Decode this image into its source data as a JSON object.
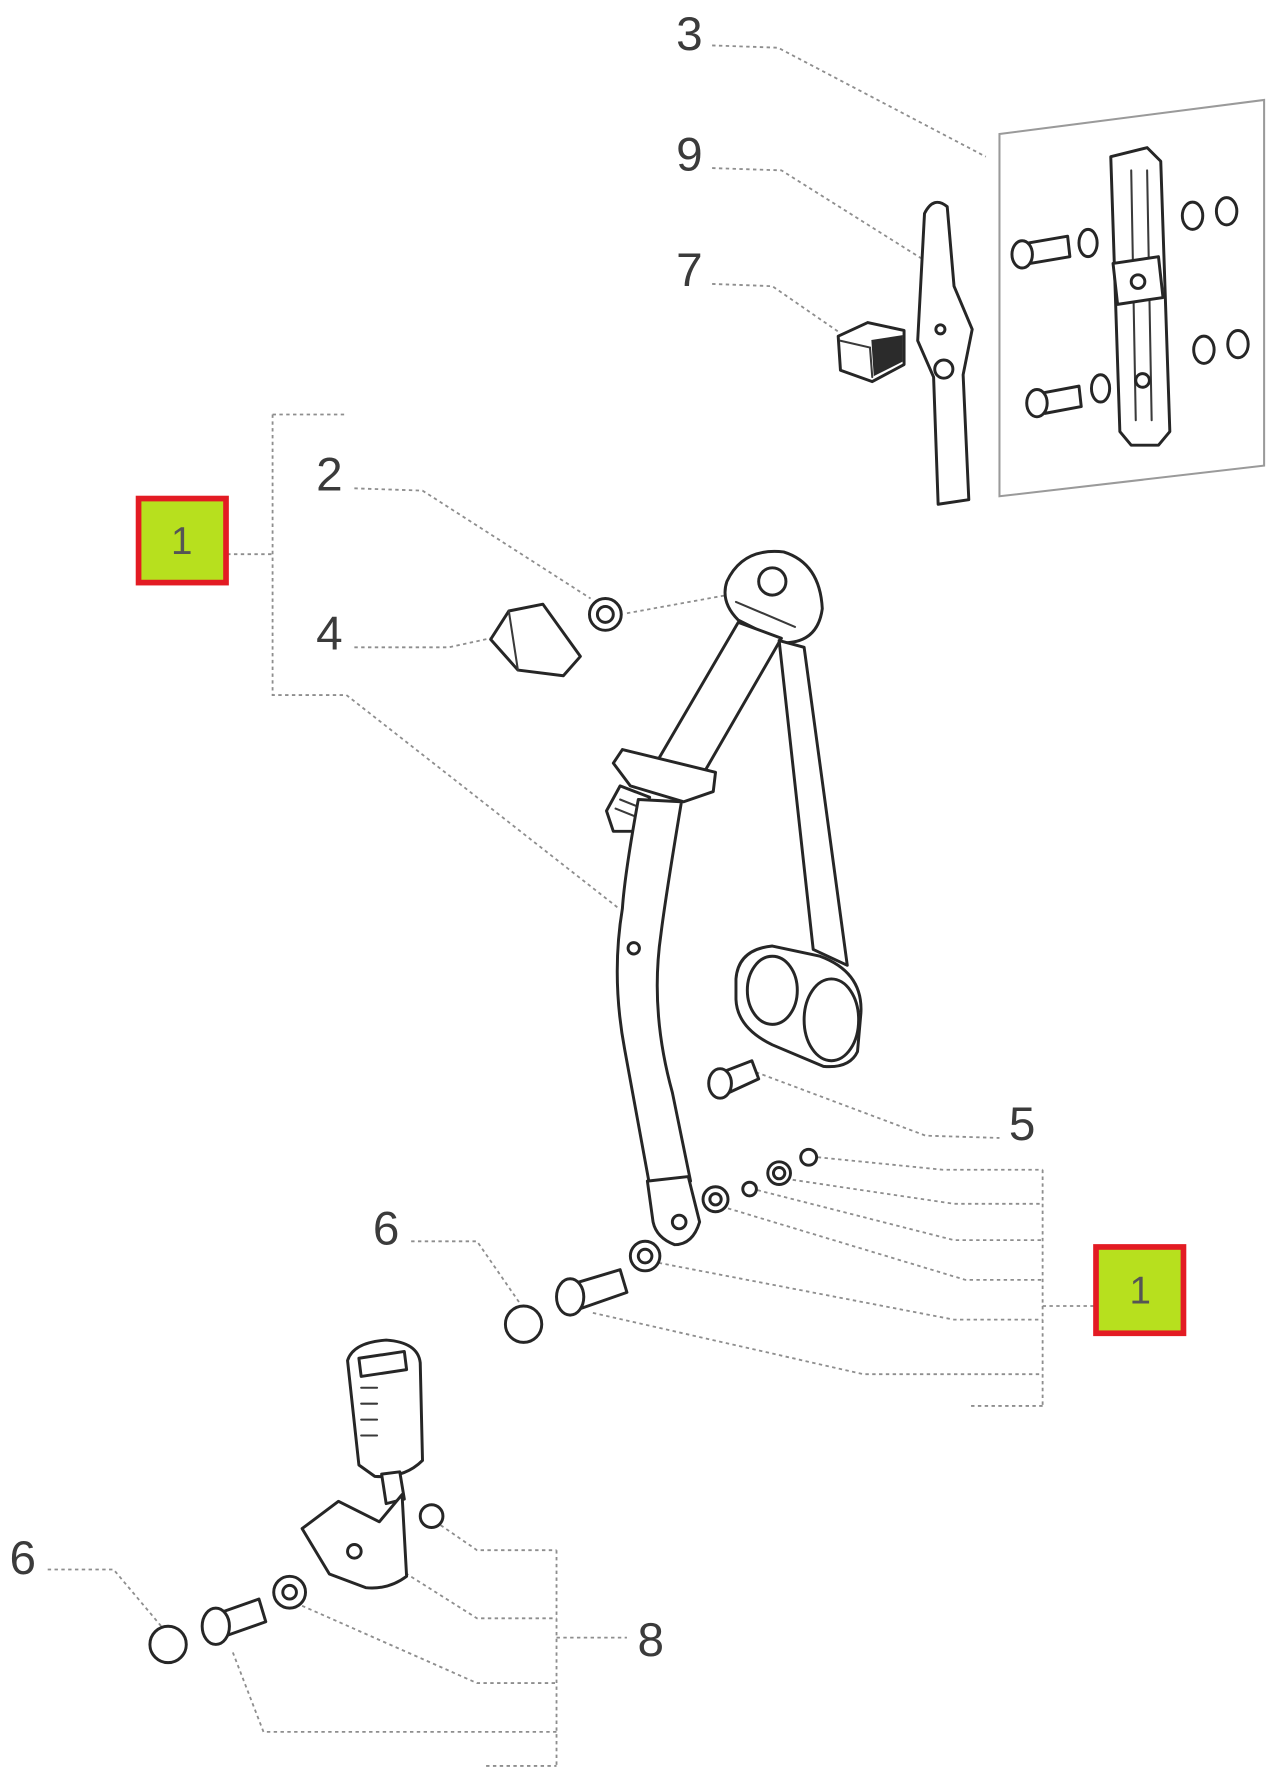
{
  "callouts": {
    "part_3": "3",
    "part_9": "9",
    "part_7": "7",
    "part_2": "2",
    "part_1_left": "1",
    "part_4": "4",
    "part_5": "5",
    "part_6_middle": "6",
    "part_1_right": "1",
    "part_6_bottom": "6",
    "part_8": "8"
  },
  "colors": {
    "highlight_fill": "#b7e01e",
    "highlight_border": "#e31b23",
    "line_art": "#262626",
    "leader_lines": "#8e8e8e"
  }
}
